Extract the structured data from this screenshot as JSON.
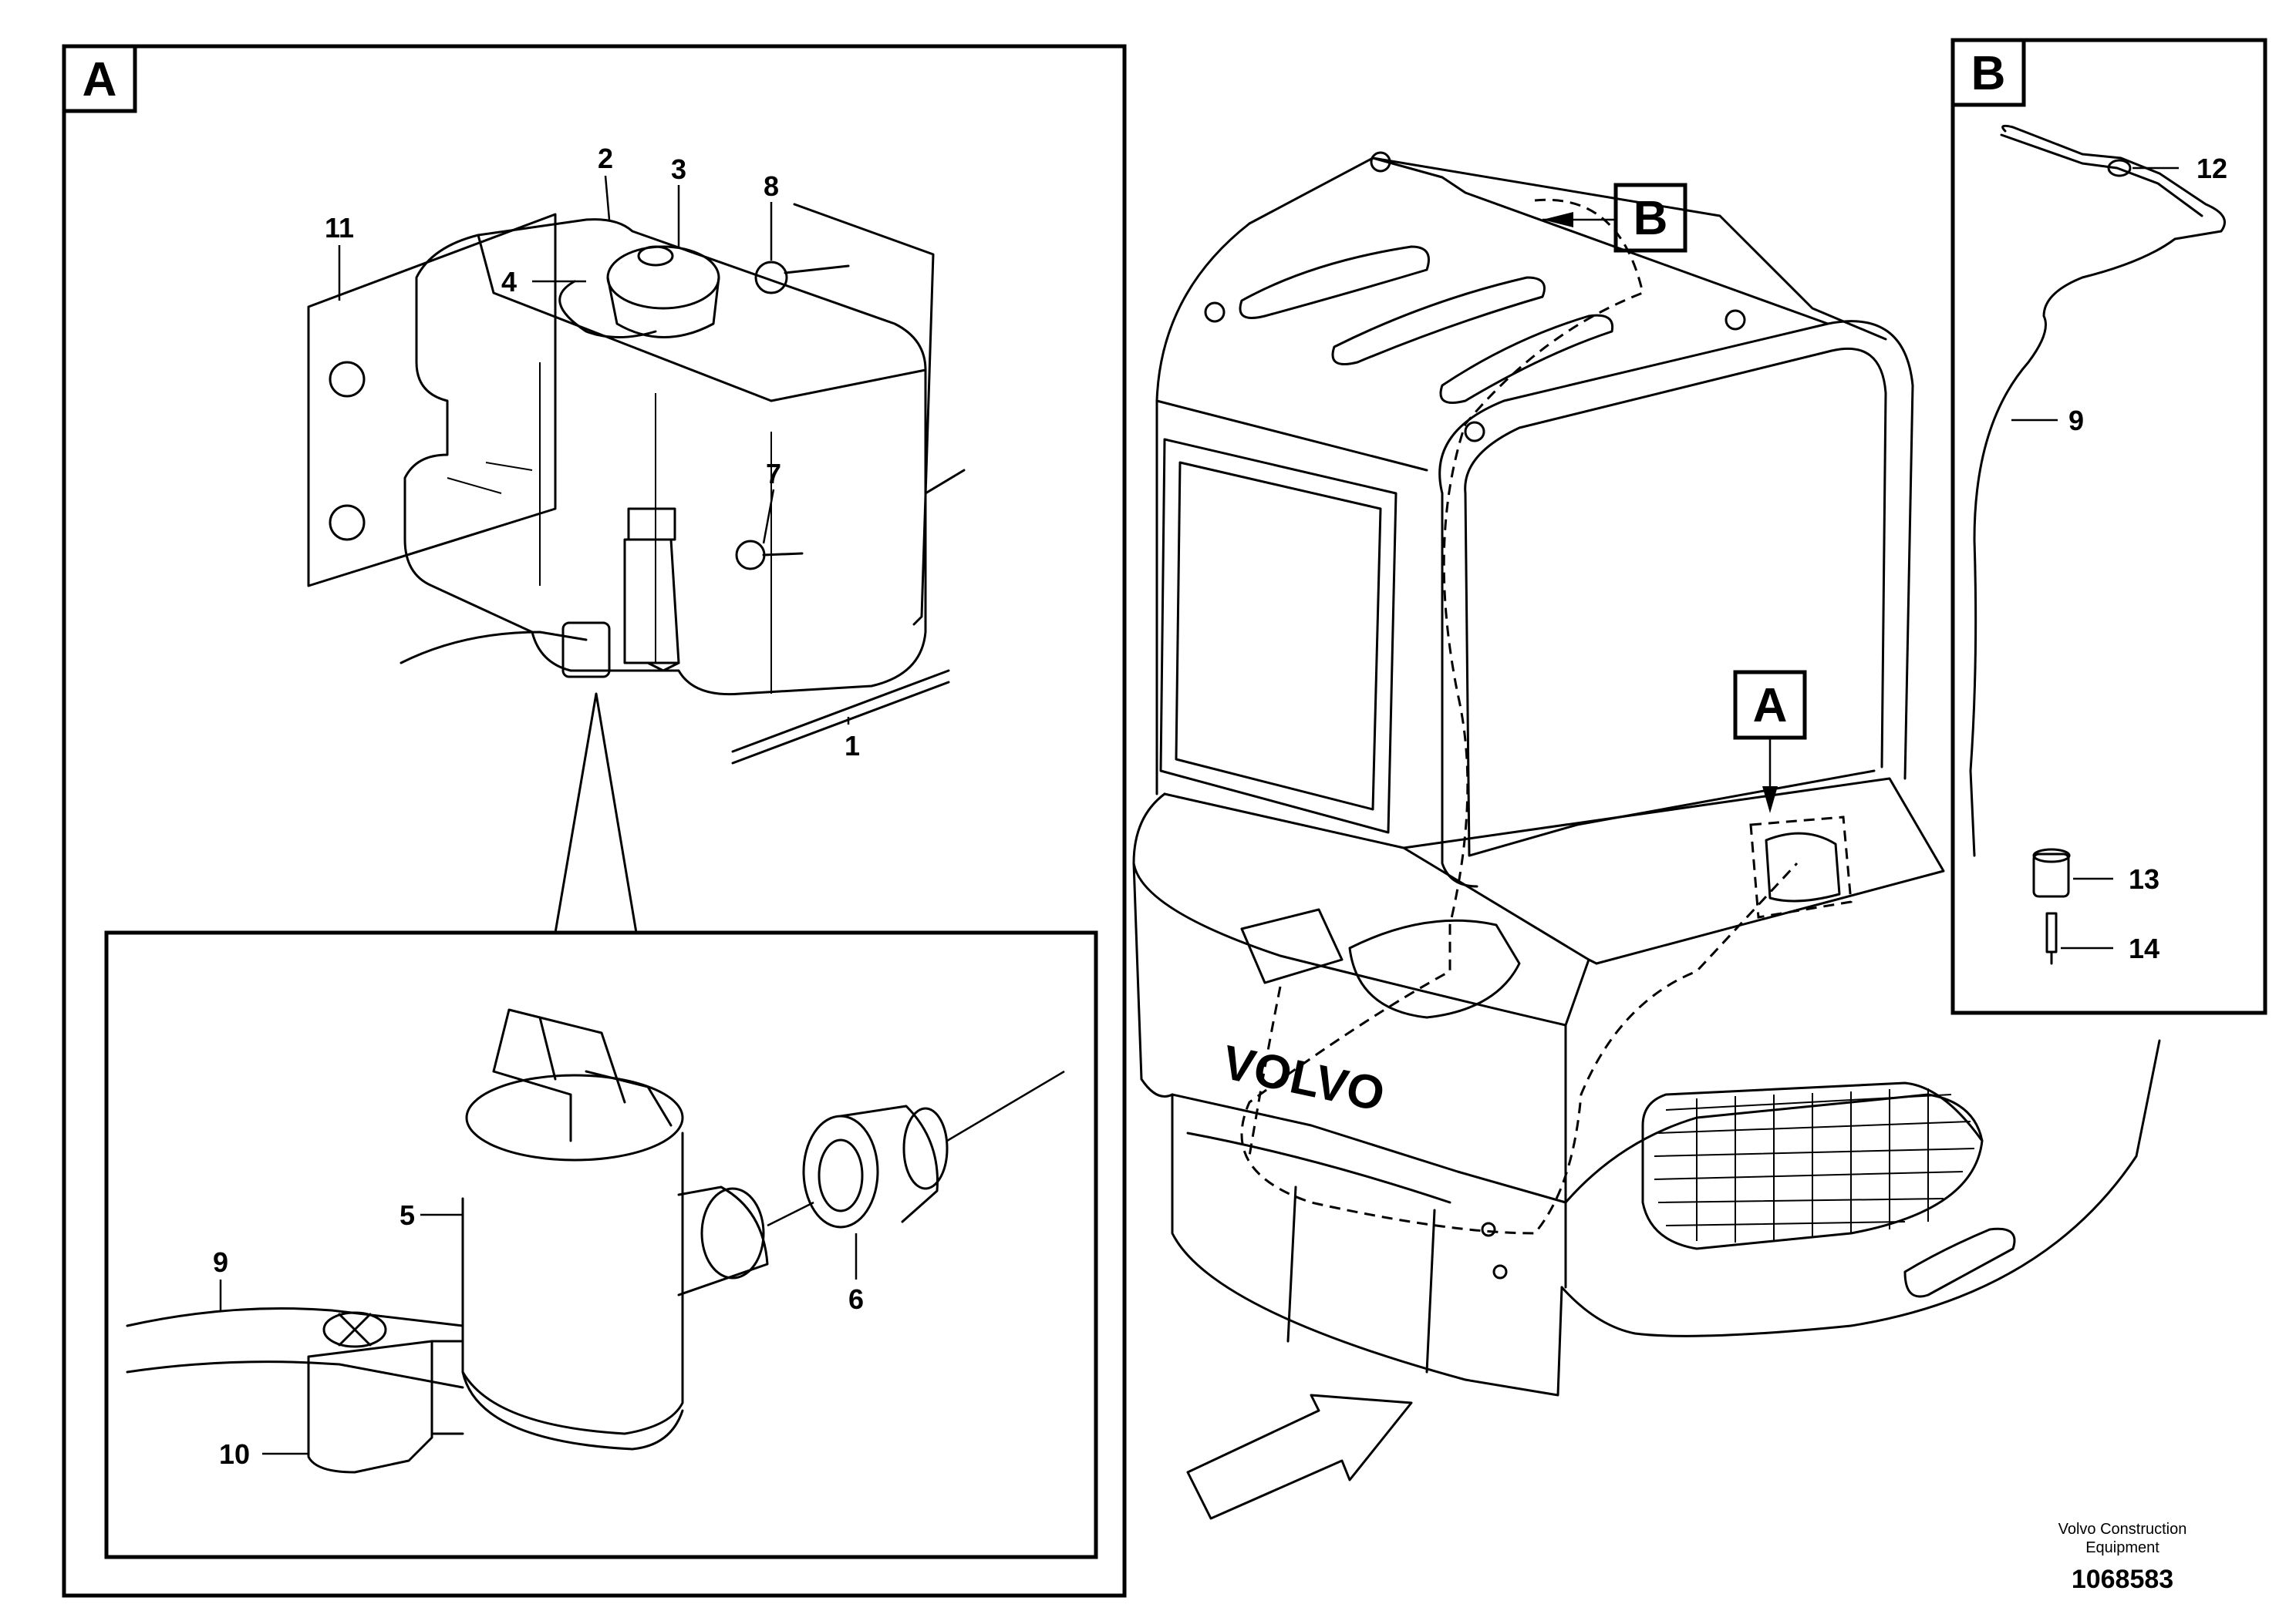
{
  "views": {
    "a_label": "A",
    "b_label": "B",
    "ref_a_label": "A",
    "ref_b_label": "B"
  },
  "callouts": {
    "c1": "1",
    "c2": "2",
    "c3": "3",
    "c4": "4",
    "c5": "5",
    "c6": "6",
    "c7": "7",
    "c8": "8",
    "c9a": "9",
    "c9b": "9",
    "c10": "10",
    "c11": "11",
    "c12": "12",
    "c13": "13",
    "c14": "14"
  },
  "brand": {
    "logo_text": "VOLVO"
  },
  "footer": {
    "company_line1": "Volvo Construction",
    "company_line2": "Equipment",
    "drawing_number": "1068583"
  }
}
